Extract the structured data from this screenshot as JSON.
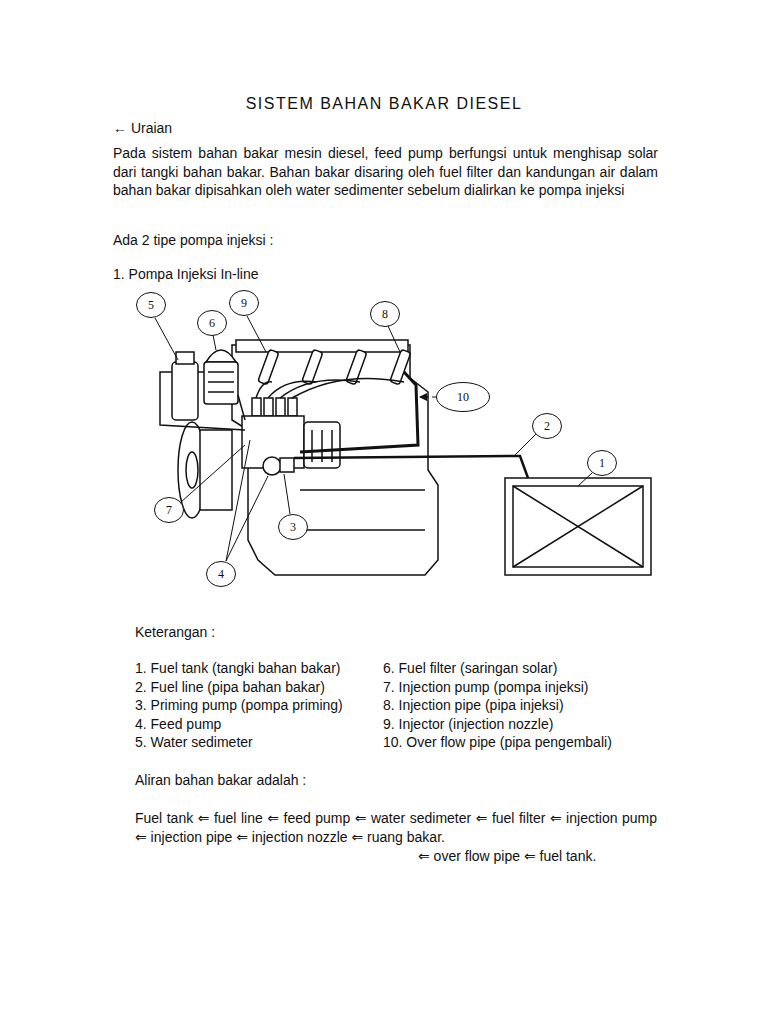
{
  "diagram": {
    "title": "SISTEM BAHAN BAKAR DIESEL",
    "nodes": [
      {
        "text": [
          "5"
        ]
      },
      {
        "text": [
          "9"
        ]
      },
      {
        "text": [
          "6"
        ]
      },
      {
        "text": [
          "8"
        ]
      },
      {
        "text": [
          "10"
        ]
      },
      {
        "text": [
          "2"
        ]
      },
      {
        "text": [
          "1"
        ]
      },
      {
        "text": [
          "7"
        ]
      },
      {
        "text": [
          "3"
        ]
      },
      {
        "text": [
          "4"
        ]
      }
    ],
    "labels": [
      "← Uraian",
      "Pada sistem bahan bakar mesin diesel, feed pump berfungsi untuk menghisap solar dari tangki bahan bakar. Bahan bakar disaring oleh fuel filter dan kandungan air dalam bahan bakar dipisahkan oleh water sedimenter sebelum dialirkan ke pompa injeksi",
      "Ada 2 tipe pompa injeksi :",
      "1. Pompa Injeksi In-line",
      "Keterangan :",
      "1. Fuel tank (tangki bahan bakar)",
      "6. Fuel filter (saringan solar)",
      "2. Fuel line (pipa bahan bakar)",
      "7. Injection pump (pompa injeksi)",
      "3. Priming pump (pompa priming)",
      "8. Injection pipe (pipa injeksi)",
      "4. Feed pump",
      "9. Injector (injection nozzle)",
      "5. Water sedimeter",
      "10. Over flow pipe (pipa pengembali)",
      "Aliran bahan bakar adalah :",
      "Fuel tank ⇐ fuel line ⇐ feed pump ⇐ water sedimeter ⇐ fuel filter ⇐ injection pump ⇐ injection pipe ⇐ injection nozzle ⇐ ruang bakar.",
      "⇐ over flow pipe ⇐ fuel tank."
    ]
  }
}
